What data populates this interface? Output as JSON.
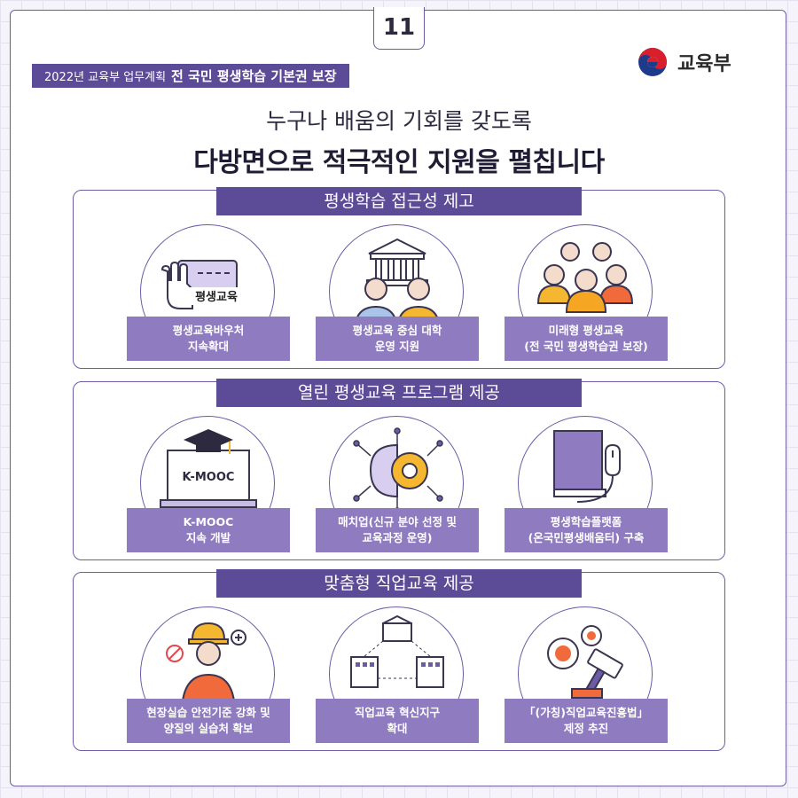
{
  "page_number": "11",
  "header": {
    "prefix": "2022년 교육부 업무계획",
    "title": "전 국민 평생학습 기본권 보장"
  },
  "logo": {
    "text": "교육부"
  },
  "headline": {
    "line1": "누구나 배움의 기회를 갖도록",
    "line2": "다방면으로 적극적인 지원을 펼칩니다"
  },
  "sections": [
    {
      "title": "평생학습 접근성 제고",
      "items": [
        {
          "icon": "voucher-card-icon",
          "icon_text": "평생교육",
          "line1": "평생교육바우처",
          "line2": "지속확대"
        },
        {
          "icon": "university-people-icon",
          "line1": "평생교육 중심 대학",
          "line2": "운영 지원"
        },
        {
          "icon": "crowd-people-icon",
          "line1": "미래형 평생교육",
          "line2": "(전 국민 평생학습권 보장)"
        }
      ]
    },
    {
      "title": "열린 평생교육 프로그램 제공",
      "items": [
        {
          "icon": "kmooc-laptop-icon",
          "icon_text": "K-MOOC",
          "line1": "K-MOOC",
          "line2": "지속 개발"
        },
        {
          "icon": "brain-gear-icon",
          "line1": "매치업(신규 분야 선정 및",
          "line2": "교육과정 운영)"
        },
        {
          "icon": "book-mouse-icon",
          "line1": "평생학습플랫폼",
          "line2": "(온국민평생배움터) 구축"
        }
      ]
    },
    {
      "title": "맞춤형 직업교육 제공",
      "items": [
        {
          "icon": "safety-worker-icon",
          "line1": "현장실습 안전기준 강화 및",
          "line2": "양질의 실습처 확보"
        },
        {
          "icon": "innovation-district-icon",
          "line1": "직업교육 혁신지구",
          "line2": "확대"
        },
        {
          "icon": "law-gavel-icon",
          "line1": "「(가칭)직업교육진흥법」",
          "line2": "제정 추진"
        }
      ]
    }
  ],
  "colors": {
    "primary": "#5c4b96",
    "label": "#8f7bbf",
    "border": "#6d5ba6"
  }
}
